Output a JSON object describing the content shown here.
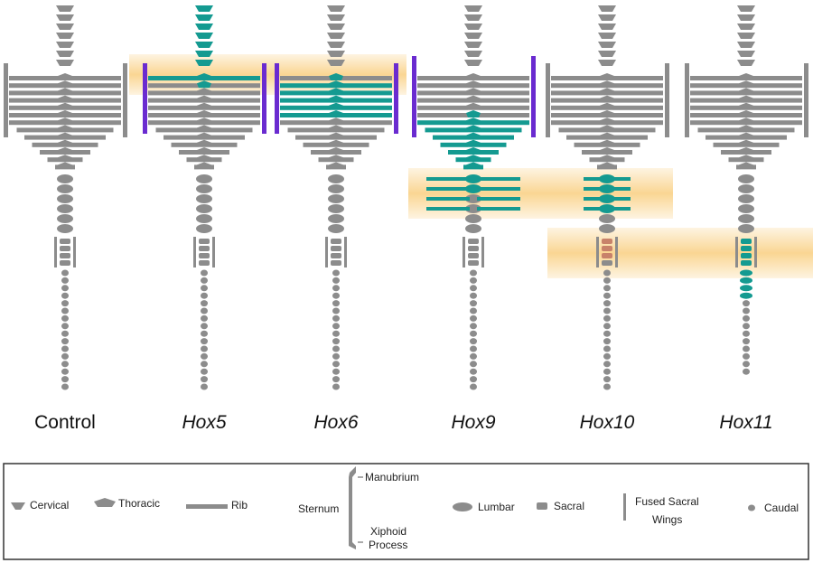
{
  "colors": {
    "bone": "#8c8c8c",
    "mutant": "#149a91",
    "wing": "#6a2bd0",
    "highlight": "#f6b43a",
    "legend_border": "#333333"
  },
  "columns": [
    {
      "label": "Control",
      "italic": false,
      "shift_cervical": 0,
      "thoracic_mutant": false,
      "band": null
    },
    {
      "label": "Hox5",
      "italic": true,
      "shift_cervical": 4,
      "thoracic_mutant": false,
      "band": "upper"
    },
    {
      "label": "Hox6",
      "italic": true,
      "shift_cervical": 0,
      "thoracic_mutant": true,
      "band": "upper"
    },
    {
      "label": "Hox9",
      "italic": true,
      "shift_cervical": 0,
      "thoracic_mutant": true,
      "band": "lumbar"
    },
    {
      "label": "Hox10",
      "italic": true,
      "shift_cervical": 0,
      "thoracic_mutant": false,
      "band": "lumbar"
    },
    {
      "label": "Hox11",
      "italic": true,
      "shift_cervical": 0,
      "thoracic_mutant": false,
      "band": "sacral"
    }
  ],
  "legend": {
    "cervical": "Cervical",
    "thoracic": "Thoracic",
    "rib": "Rib",
    "sternum": "Sternum",
    "manubrium": "Manubrium",
    "xiphoid_line1": "Xiphoid",
    "xiphoid_line2": "Process",
    "lumbar": "Lumbar",
    "sacral": "Sacral",
    "fused_sacral_wings_line1": "Fused Sacral",
    "fused_sacral_wings_line2": "Wings",
    "caudal": "Caudal"
  }
}
